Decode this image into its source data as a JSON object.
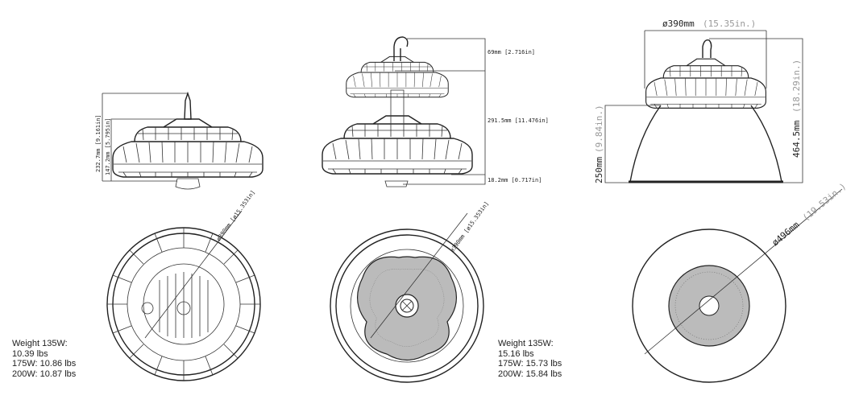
{
  "view1": {
    "dim_total": "232.7mm [9.161in]",
    "dim_body": "147.2mm [5.795in]",
    "dim_diameter": "ø390mm [ø15.353in]",
    "weight": {
      "line1": "Weight  135W:",
      "line2": "10.39 lbs",
      "line3": "175W:  10.86 lbs",
      "line4": "200W:  10.87 lbs"
    }
  },
  "view2": {
    "dim_hook": "69mm [2.716in]",
    "dim_spacing": "291.5mm [11.476in]",
    "dim_bottom": "18.2mm [0.717in]",
    "dim_diameter": "ø390mm [ø15.353in]",
    "weight": {
      "line1": "Weight  135W:",
      "line2": "15.16 lbs",
      "line3": "175W:  15.73 lbs",
      "line4": "200W:  15.84 lbs"
    }
  },
  "view3": {
    "dim_width_mm": "ø390mm",
    "dim_width_in": "(15.35in.)",
    "dim_height_mm": "464.5mm",
    "dim_height_in": "(18.29in.)",
    "dim_reflector_mm": "250mm",
    "dim_reflector_in": "(9.84in.)",
    "dim_reflector_dia_mm": "ø496mm",
    "dim_reflector_dia_in": "(19.53in.)"
  }
}
